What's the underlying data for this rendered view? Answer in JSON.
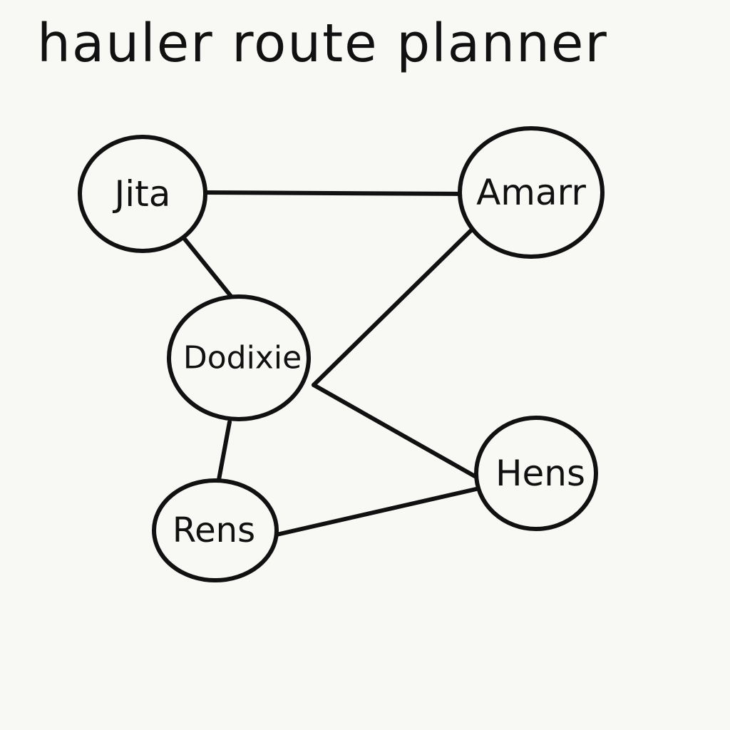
{
  "title": "hauler route planner",
  "colors": {
    "background": "#f8f8f5",
    "ink": "#111111"
  },
  "nodes": [
    {
      "id": "jita",
      "label": "Jita"
    },
    {
      "id": "amarr",
      "label": "Amarr"
    },
    {
      "id": "dodixie",
      "label": "Dodixie"
    },
    {
      "id": "hens",
      "label": "Hens"
    },
    {
      "id": "rens",
      "label": "Rens"
    }
  ],
  "edges": [
    {
      "from": "jita",
      "to": "amarr"
    },
    {
      "from": "jita",
      "to": "dodixie"
    },
    {
      "from": "amarr",
      "to": "dodixie"
    },
    {
      "from": "dodixie",
      "to": "hens"
    },
    {
      "from": "dodixie",
      "to": "rens"
    },
    {
      "from": "rens",
      "to": "hens"
    }
  ]
}
